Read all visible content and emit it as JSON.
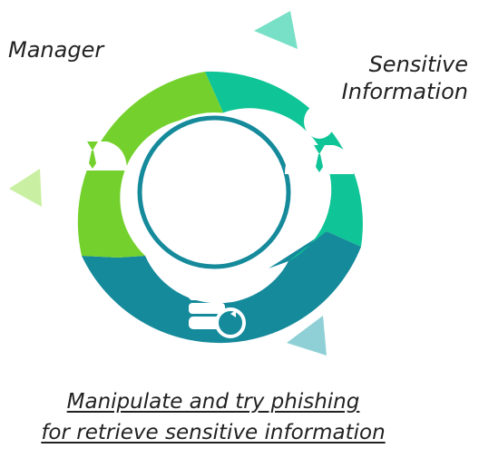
{
  "labels": {
    "manager": "Manager",
    "sensitive_line1": "Sensitive",
    "sensitive_line2": "Information"
  },
  "caption": {
    "line1": "Manipulate and try phishing",
    "line2": "for retrieve sensitive information"
  },
  "colors": {
    "green": "#74d12d",
    "teal": "#0fc496",
    "blue": "#158a9b",
    "green_arrow": "#c9f0a2",
    "teal_arrow": "#78e0c6",
    "blue_arrow": "#8fd0d6",
    "icon": "#ffffff"
  },
  "icons": [
    "person-icon",
    "person-icon",
    "database-refresh-icon"
  ]
}
